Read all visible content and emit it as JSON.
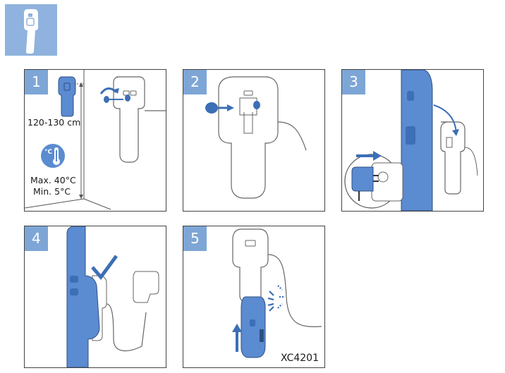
{
  "colors": {
    "accent": "#5b8bd0",
    "badge": "#7da6d6",
    "header": "#8fb3de",
    "stroke": "#555555"
  },
  "header": {
    "icon": "wall-mount-icon"
  },
  "steps": [
    {
      "number": "1",
      "height_label": "120-130 cm",
      "temp_icon_text": "°C",
      "max_temp": "Max. 40°C",
      "min_temp": "Min. 5°C"
    },
    {
      "number": "2"
    },
    {
      "number": "3"
    },
    {
      "number": "4"
    },
    {
      "number": "5",
      "model": "XC4201"
    }
  ]
}
